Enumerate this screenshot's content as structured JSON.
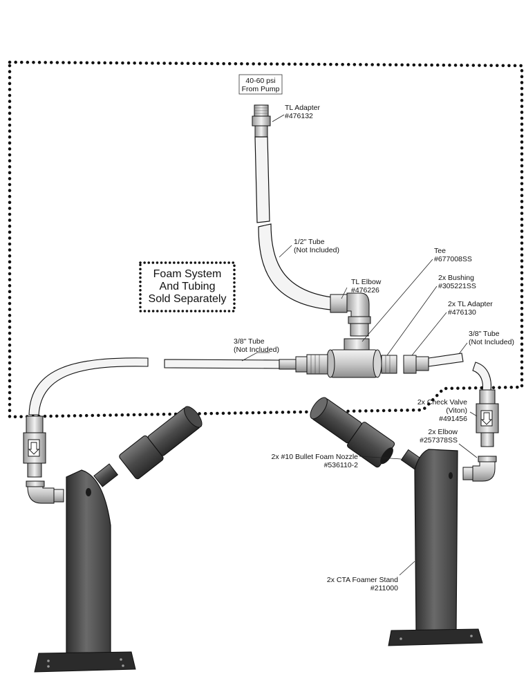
{
  "notice": {
    "line1": "Foam System",
    "line2": "And Tubing",
    "line3": "Sold Separately"
  },
  "labels": {
    "pump_psi": "40-60 psi",
    "pump_from": "From Pump",
    "tl_adapter_name": "TL Adapter",
    "tl_adapter_part": "#476132",
    "half_tube_name": "1/2\" Tube",
    "half_tube_note": "(Not Included)",
    "tee_name": "Tee",
    "tee_part": "#677008SS",
    "tl_elbow_name": "TL Elbow",
    "tl_elbow_part": "#476226",
    "bushing_name": "2x Bushing",
    "bushing_part": "#305221SS",
    "tl_adapter2_name": "2x TL Adapter",
    "tl_adapter2_part": "#476130",
    "tube_left_name": "3/8\" Tube",
    "tube_left_note": "(Not Included)",
    "tube_right_name": "3/8\" Tube",
    "tube_right_note": "(Not Included)",
    "check_valve_name": "2x Check Valve",
    "check_valve_material": "(Viton)",
    "check_valve_part": "#491456",
    "elbow_name": "2x Elbow",
    "elbow_part": "#257378SS",
    "nozzle_name": "2x #10 Bullet Foam Nozzle",
    "nozzle_part": "#536110-2",
    "stand_name": "2x CTA Foamer Stand",
    "stand_part": "#211000"
  },
  "colors": {
    "metal_dark": "#3a3a3a",
    "metal_mid": "#5c5c5c",
    "fitting": "#d9d9d9",
    "tube": "#f3f3f3",
    "outline": "#111111"
  }
}
